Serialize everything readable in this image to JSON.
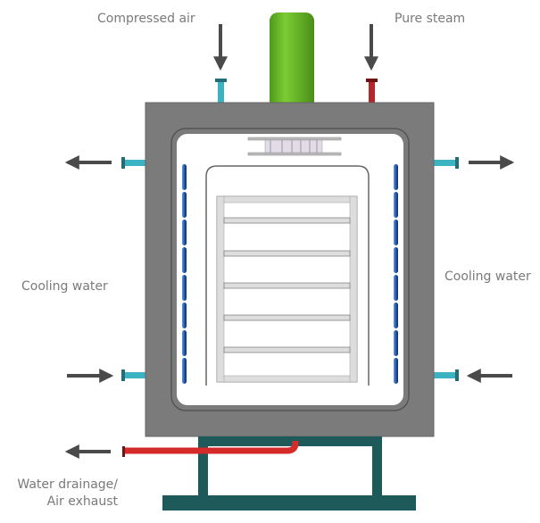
{
  "labels": {
    "compressed_air": "Compressed air",
    "pure_steam": "Pure steam",
    "cooling_water_left": "Cooling water",
    "cooling_water_right": "Cooling water",
    "drainage_line1": "Water drainage/",
    "drainage_line2": "Air exhaust"
  },
  "flows": {
    "compressed_air": "in",
    "pure_steam": "in",
    "cooling_water_left_top": "out",
    "cooling_water_left_bottom": "in",
    "cooling_water_right_top": "out",
    "cooling_water_right_bottom": "in",
    "drainage": "out"
  },
  "colors": {
    "housing": "#7b7b7b",
    "motor": "#6cc02a",
    "air_pipe": "#3bb3c3",
    "steam_pipe": "#b5262a",
    "cooling_pipe": "#3bb3c3",
    "coil": "#2a62b8",
    "stand": "#1f5a5a",
    "drain_pipe": "#d42a2a",
    "arrow": "#4a4a4a"
  }
}
